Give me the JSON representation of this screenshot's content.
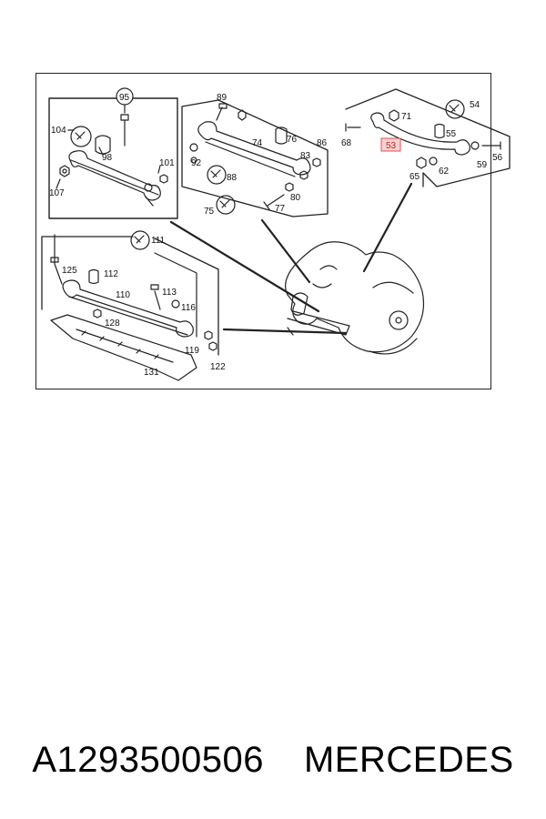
{
  "diagram": {
    "part_labels": {
      "p95": "95",
      "p104": "104",
      "p98": "98",
      "p101": "101",
      "p107": "107",
      "p89": "89",
      "p74": "74",
      "p76": "76",
      "p86": "86",
      "p83": "83",
      "p92": "92",
      "p88": "88",
      "p80": "80",
      "p77": "77",
      "p75": "75",
      "p71": "71",
      "p54": "54",
      "p68": "68",
      "p55": "55",
      "p53": "53",
      "p59": "59",
      "p56": "56",
      "p65": "65",
      "p62": "62",
      "p111": "111",
      "p125": "125",
      "p112": "112",
      "p110": "110",
      "p113": "113",
      "p116": "116",
      "p128": "128",
      "p119": "119",
      "p122": "122",
      "p131": "131"
    },
    "highlighted_part": "53",
    "highlight_color": "#e05050"
  },
  "caption": {
    "part_number": "A1293500506",
    "brand": "MERCEDES"
  }
}
